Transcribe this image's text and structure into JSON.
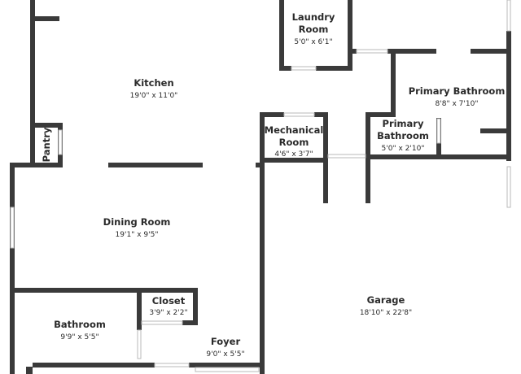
{
  "rooms": {
    "laundry": {
      "name": "Laundry Room",
      "line1": "Laundry",
      "line2": "Room",
      "dims": "5'0\" x 6'1\""
    },
    "kitchen": {
      "name": "Kitchen",
      "dims": "19'0\" x 11'0\""
    },
    "primary_bathroom_large": {
      "name": "Primary Bathroom",
      "dims": "8'8\" x 7'10\""
    },
    "mechanical": {
      "name": "Mechanical Room",
      "line1": "Mechanical",
      "line2": "Room",
      "dims": "4'6\" x 3'7\""
    },
    "primary_bathroom_small": {
      "name": "Primary Bathroom",
      "line1": "Primary",
      "line2": "Bathroom",
      "dims": "5'0\" x 2'10\""
    },
    "pantry": {
      "name": "Pantry"
    },
    "dining": {
      "name": "Dining Room",
      "dims": "19'1\" x 9'5\""
    },
    "garage": {
      "name": "Garage",
      "dims": "18'10\" x 22'8\""
    },
    "closet": {
      "name": "Closet",
      "dims": "3'9\" x 2'2\""
    },
    "bathroom": {
      "name": "Bathroom",
      "dims": "9'9\" x 5'5\""
    },
    "foyer": {
      "name": "Foyer",
      "dims": "9'0\" x 5'5\""
    }
  },
  "colors": {
    "wall": "#3a3a3a",
    "text": "#2a2a2a",
    "window": "#b9b9b9",
    "background": "#ffffff"
  }
}
